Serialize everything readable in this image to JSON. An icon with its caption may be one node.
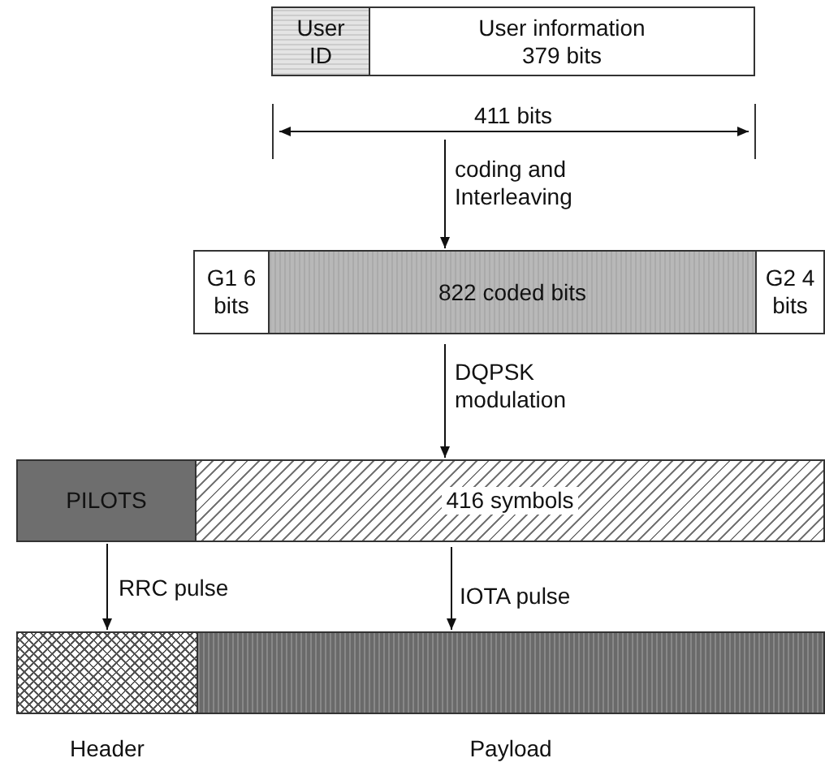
{
  "diagram": {
    "nodes": [
      {
        "text": [
          "User ID"
        ]
      },
      {
        "text": [
          "User information 379 bits"
        ]
      },
      {
        "text": [
          "G1 6 bits"
        ]
      },
      {
        "text": [
          "822 coded bits"
        ]
      },
      {
        "text": [
          "G2 4 bits"
        ]
      },
      {
        "text": [
          "PILOTS"
        ]
      },
      {
        "text": [
          "416 symbols"
        ]
      },
      {
        "text": [],
        "shape": "bar",
        "beside": [
          "Header"
        ]
      },
      {
        "text": [],
        "shape": "bar",
        "beside": [
          "Payload"
        ]
      }
    ],
    "edges": [
      {
        "from": null,
        "to": 3,
        "arrow": "to",
        "label": "coding and Interleaving"
      },
      {
        "from": 3,
        "to": 6,
        "arrow": "to",
        "label": "DQPSK modulation"
      },
      {
        "from": 5,
        "to": 7,
        "arrow": "to",
        "label": "RRC pulse"
      },
      {
        "from": 6,
        "to": 8,
        "arrow": "to",
        "label": "IOTA pulse"
      }
    ],
    "labels": [
      "411 bits"
    ]
  }
}
